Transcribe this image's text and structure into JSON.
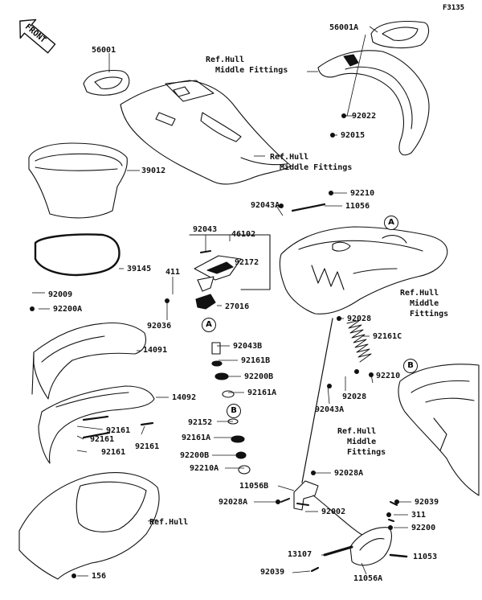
{
  "figure_code": "F3135",
  "front_label": "FRONT",
  "parts": [
    {
      "id": "p56001A",
      "text": "56001A"
    },
    {
      "id": "p56001",
      "text": "56001"
    },
    {
      "id": "p92022",
      "text": "92022"
    },
    {
      "id": "p92015",
      "text": "92015"
    },
    {
      "id": "p39012",
      "text": "39012"
    },
    {
      "id": "p92210a",
      "text": "92210"
    },
    {
      "id": "p92043A_top",
      "text": "92043A"
    },
    {
      "id": "p11056",
      "text": "11056"
    },
    {
      "id": "p92043",
      "text": "92043"
    },
    {
      "id": "p46102",
      "text": "46102"
    },
    {
      "id": "p92172",
      "text": "92172"
    },
    {
      "id": "p411",
      "text": "411"
    },
    {
      "id": "p39145",
      "text": "39145"
    },
    {
      "id": "p92009",
      "text": "92009"
    },
    {
      "id": "p92200A",
      "text": "92200A"
    },
    {
      "id": "p27016",
      "text": "27016"
    },
    {
      "id": "p92036",
      "text": "92036"
    },
    {
      "id": "p92028a",
      "text": "92028"
    },
    {
      "id": "p92161C",
      "text": "92161C"
    },
    {
      "id": "p92043B",
      "text": "92043B"
    },
    {
      "id": "p92161B",
      "text": "92161B"
    },
    {
      "id": "p14091",
      "text": "14091"
    },
    {
      "id": "p92200B_a",
      "text": "92200B"
    },
    {
      "id": "p92210b",
      "text": "92210"
    },
    {
      "id": "p92161A_a",
      "text": "92161A"
    },
    {
      "id": "p92028b",
      "text": "92028"
    },
    {
      "id": "p14092",
      "text": "14092"
    },
    {
      "id": "p92043A_mid",
      "text": "92043A"
    },
    {
      "id": "p92152",
      "text": "92152"
    },
    {
      "id": "p92161_1",
      "text": "92161"
    },
    {
      "id": "p92161_2",
      "text": "92161"
    },
    {
      "id": "p92161A_b",
      "text": "92161A"
    },
    {
      "id": "p92161_3",
      "text": "92161"
    },
    {
      "id": "p92161_4",
      "text": "92161"
    },
    {
      "id": "p92200B_b",
      "text": "92200B"
    },
    {
      "id": "p92210A",
      "text": "92210A"
    },
    {
      "id": "p92028A_a",
      "text": "92028A"
    },
    {
      "id": "p11056B",
      "text": "11056B"
    },
    {
      "id": "p92028A_b",
      "text": "92028A"
    },
    {
      "id": "p92002",
      "text": "92002"
    },
    {
      "id": "p92039a",
      "text": "92039"
    },
    {
      "id": "p311",
      "text": "311"
    },
    {
      "id": "p92200",
      "text": "92200"
    },
    {
      "id": "p13107",
      "text": "13107"
    },
    {
      "id": "p11053",
      "text": "11053"
    },
    {
      "id": "p92039b",
      "text": "92039"
    },
    {
      "id": "p11056A",
      "text": "11056A"
    },
    {
      "id": "p156",
      "text": "156"
    }
  ],
  "references": [
    {
      "id": "r1",
      "text": "Ref.Hull\n  Middle Fittings"
    },
    {
      "id": "r2",
      "text": "Ref.Hull\n  Middle Fittings"
    },
    {
      "id": "r3",
      "text": "Ref.Hull\n  Middle\n  Fittings"
    },
    {
      "id": "r4",
      "text": "Ref.Hull\n  Middle\n  Fittings"
    },
    {
      "id": "r5",
      "text": "Ref.Hull"
    }
  ],
  "callouts": {
    "a": "A",
    "b": "B"
  }
}
